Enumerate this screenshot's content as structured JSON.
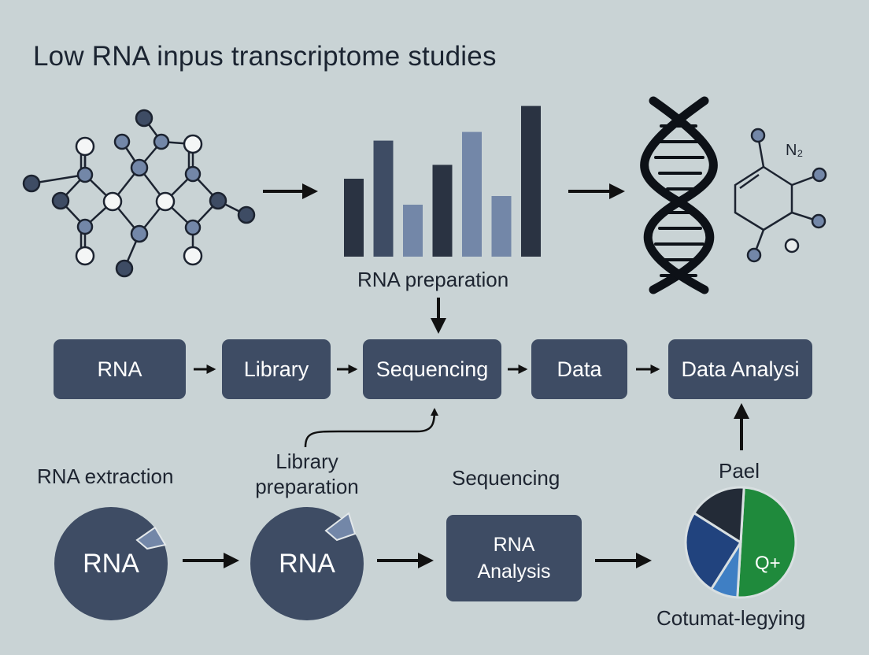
{
  "title": "Low RNA inpus transcriptome studies",
  "top_row": {
    "bar_values": [
      0.45,
      0.67,
      0.3,
      0.53,
      0.72,
      0.35,
      0.87
    ],
    "bar_colors": [
      "#2a3342",
      "#3e4c64",
      "#7387a8",
      "#2a3342",
      "#7387a8",
      "#7387a8",
      "#2a3342"
    ],
    "rna_prep_label": "RNA preparation",
    "molecule_label": "N₂"
  },
  "pipeline": {
    "boxes": [
      {
        "label": "RNA"
      },
      {
        "label": "Library"
      },
      {
        "label": "Sequencing"
      },
      {
        "label": "Data"
      },
      {
        "label": "Data Analysi"
      }
    ]
  },
  "bottom_row": {
    "rna_extraction_label": "RNA extraction",
    "rna_extraction_circle": "RNA",
    "library_prep_label_line1": "Library",
    "library_prep_label_line2": "preparation",
    "library_prep_circle": "RNA",
    "sequencing_label": "Sequencing",
    "analysis_box_line1": "RNA",
    "analysis_box_line2": "Analysis",
    "pie_top_label": "Pael",
    "pie_slice_label": "Q+",
    "pie_bottom_label": "Cotumat-legying",
    "pie_slices": [
      {
        "value": 0.5,
        "color": "#1f8a3c"
      },
      {
        "value": 0.08,
        "color": "#3f7fc4"
      },
      {
        "value": 0.25,
        "color": "#21437e"
      },
      {
        "value": 0.17,
        "color": "#232b37"
      }
    ]
  },
  "colors": {
    "background": "#c9d3d5",
    "box": "#3e4c64",
    "arrow": "#111111"
  }
}
